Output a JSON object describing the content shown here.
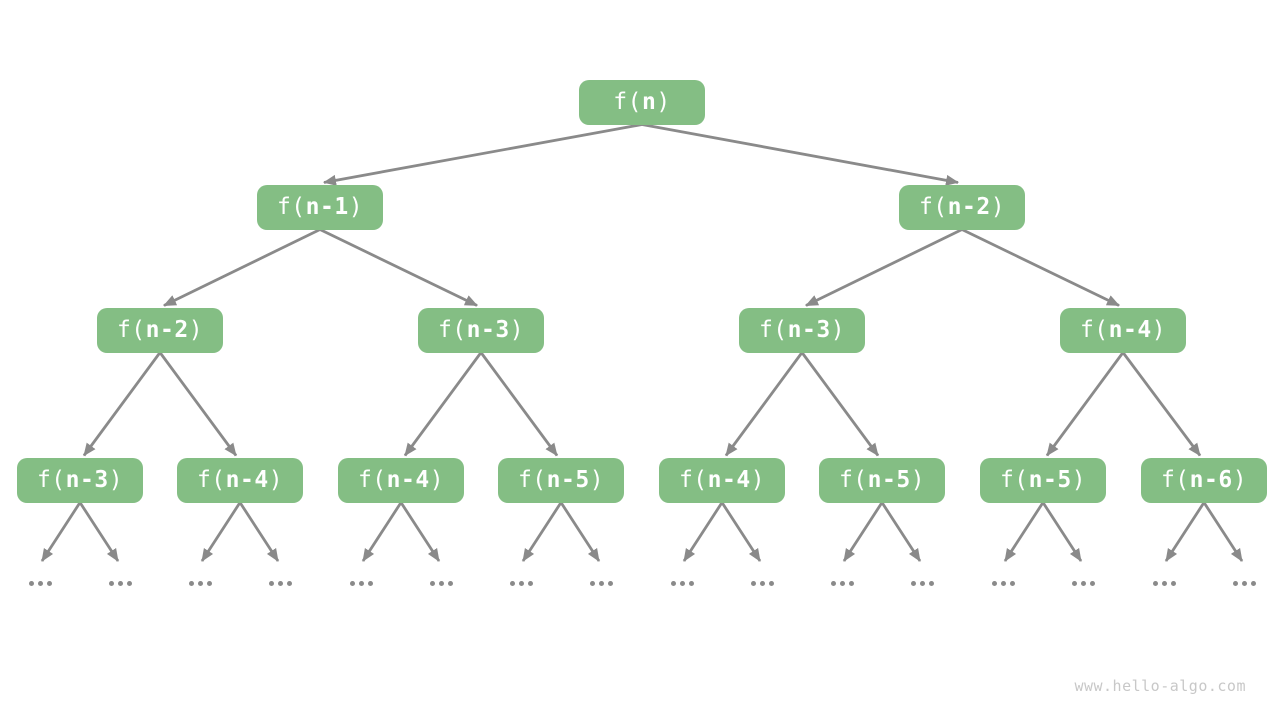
{
  "diagram": {
    "type": "recursion-tree",
    "colors": {
      "background": "#ffffff",
      "node_fill": "#84be84",
      "node_text": "#ffffff",
      "edge": "#8a8a8a",
      "dot": "#8a8a8a",
      "watermark": "#c8c8c8"
    },
    "tree": {
      "levels": [
        [
          "f(n)"
        ],
        [
          "f(n-1)",
          "f(n-2)"
        ],
        [
          "f(n-2)",
          "f(n-3)",
          "f(n-3)",
          "f(n-4)"
        ],
        [
          "f(n-3)",
          "f(n-4)",
          "f(n-4)",
          "f(n-5)",
          "f(n-4)",
          "f(n-5)",
          "f(n-5)",
          "f(n-6)"
        ]
      ],
      "ellipsis_symbol": "...",
      "ellipsis_count": 16
    },
    "watermark": {
      "text": "www.hello-algo.com"
    }
  }
}
